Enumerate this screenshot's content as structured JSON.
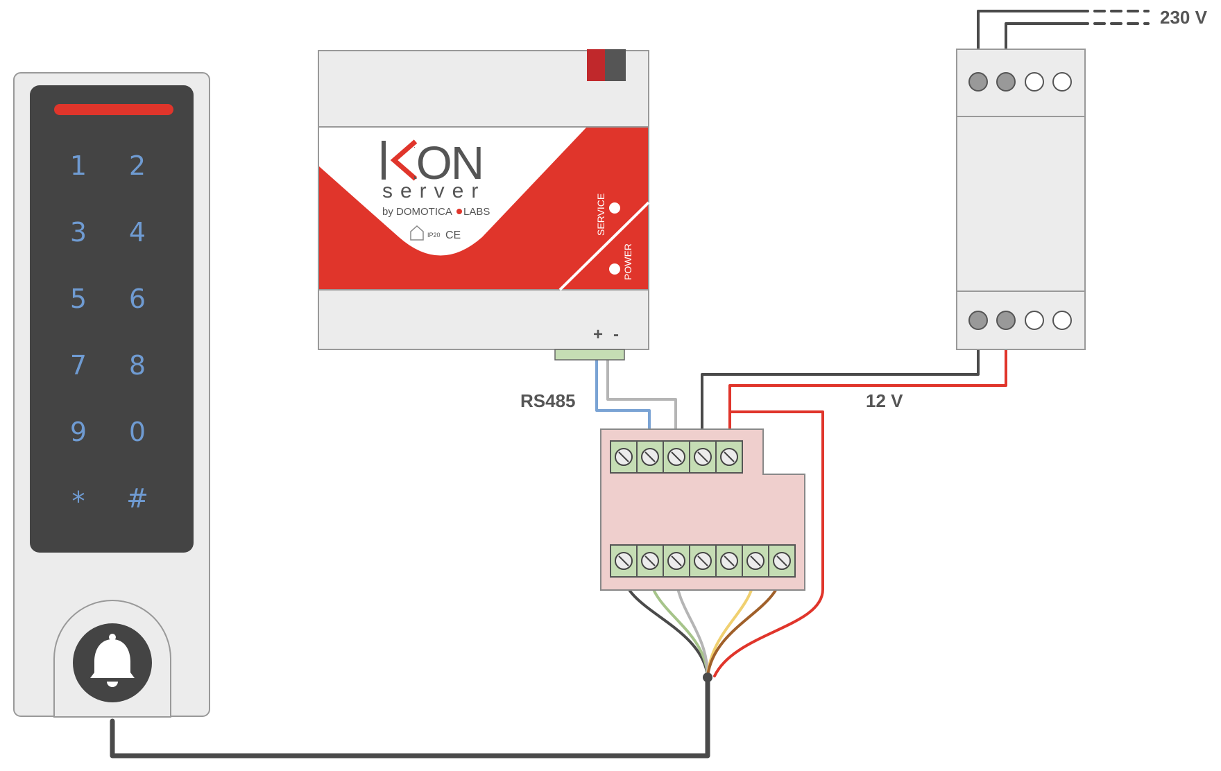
{
  "labels": {
    "mains_voltage": "230 V",
    "supply_voltage": "12 V",
    "bus": "RS485"
  },
  "keypad": {
    "keys": [
      "1",
      "2",
      "3",
      "4",
      "5",
      "6",
      "7",
      "8",
      "9",
      "0",
      "*",
      "#"
    ],
    "bell_icon": "bell-icon"
  },
  "server": {
    "logo_main": "KON",
    "logo_sub": "server",
    "logo_by": "by DOMOTICA",
    "logo_labs": "LABS",
    "rating": "IP20",
    "mark": "CE",
    "led_service": "SERVICE",
    "led_power": "POWER",
    "terminal_plus": "+",
    "terminal_minus": "-"
  },
  "colors": {
    "red": "#e0352b",
    "dark_wire": "#4a4a4a",
    "blue_wire": "#7aa3d4",
    "gray_wire": "#b5b5b5",
    "green_wire": "#a6c48a",
    "yellow_wire": "#f0d070",
    "brown_wire": "#a0602a",
    "terminal_green": "#c5ddb4",
    "junction_box": "#efcfcd"
  }
}
